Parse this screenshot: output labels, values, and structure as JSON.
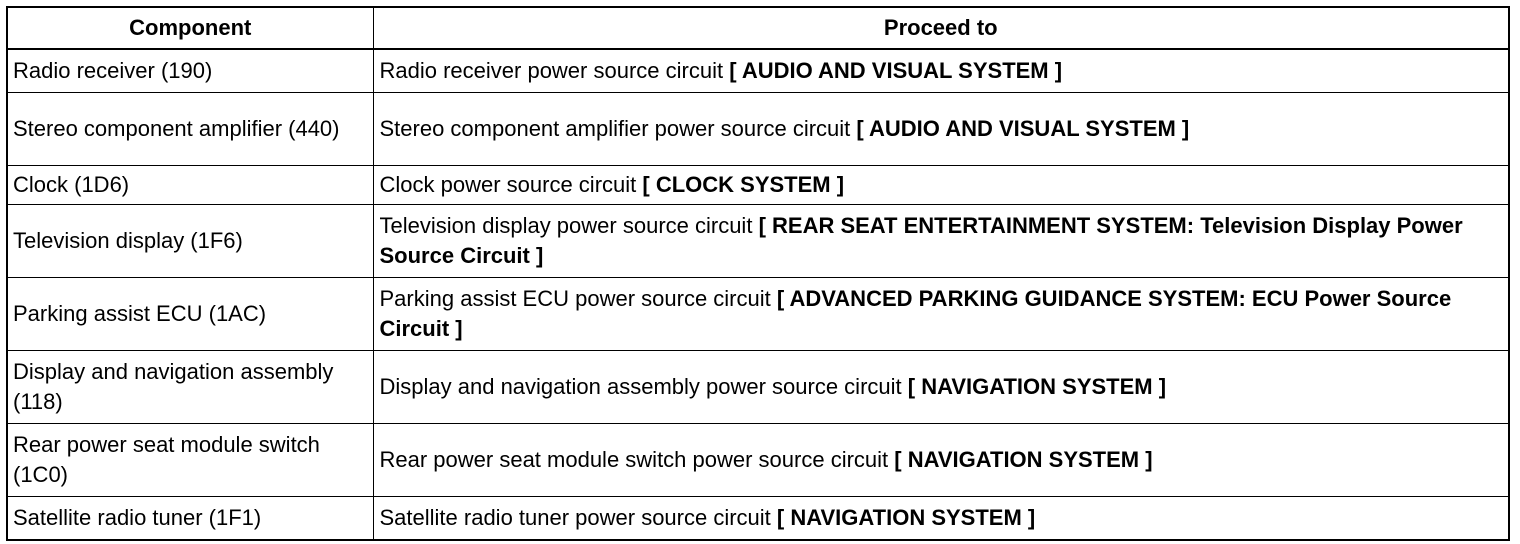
{
  "table": {
    "headers": {
      "component": "Component",
      "proceed_to": "Proceed to"
    },
    "rows": [
      {
        "component": "Radio receiver (190)",
        "proceed_text": "Radio receiver power source circuit ",
        "proceed_ref": "[ AUDIO AND VISUAL SYSTEM ]"
      },
      {
        "component": "Stereo component amplifier (440)",
        "proceed_text": "Stereo component amplifier power source circuit ",
        "proceed_ref": "[ AUDIO AND VISUAL SYSTEM ]"
      },
      {
        "component": "Clock (1D6)",
        "proceed_text": "Clock power source circuit ",
        "proceed_ref": "[ CLOCK SYSTEM ]"
      },
      {
        "component": "Television display (1F6)",
        "proceed_text": "Television display power source circuit ",
        "proceed_ref": "[ REAR SEAT ENTERTAINMENT SYSTEM: Television Display Power Source Circuit ]"
      },
      {
        "component": "Parking assist ECU (1AC)",
        "proceed_text": "Parking assist ECU power source circuit ",
        "proceed_ref": "[ ADVANCED PARKING GUIDANCE SYSTEM: ECU Power Source Circuit ]"
      },
      {
        "component": "Display and navigation assembly (118)",
        "proceed_text": "Display and navigation assembly power source circuit ",
        "proceed_ref": "[ NAVIGATION SYSTEM ]"
      },
      {
        "component": "Rear power seat module switch (1C0)",
        "proceed_text": "Rear power seat module switch power source circuit ",
        "proceed_ref": "[ NAVIGATION SYSTEM ]"
      },
      {
        "component": "Satellite radio tuner (1F1)",
        "proceed_text": "Satellite radio tuner power source circuit ",
        "proceed_ref": "[ NAVIGATION SYSTEM ]"
      }
    ]
  }
}
